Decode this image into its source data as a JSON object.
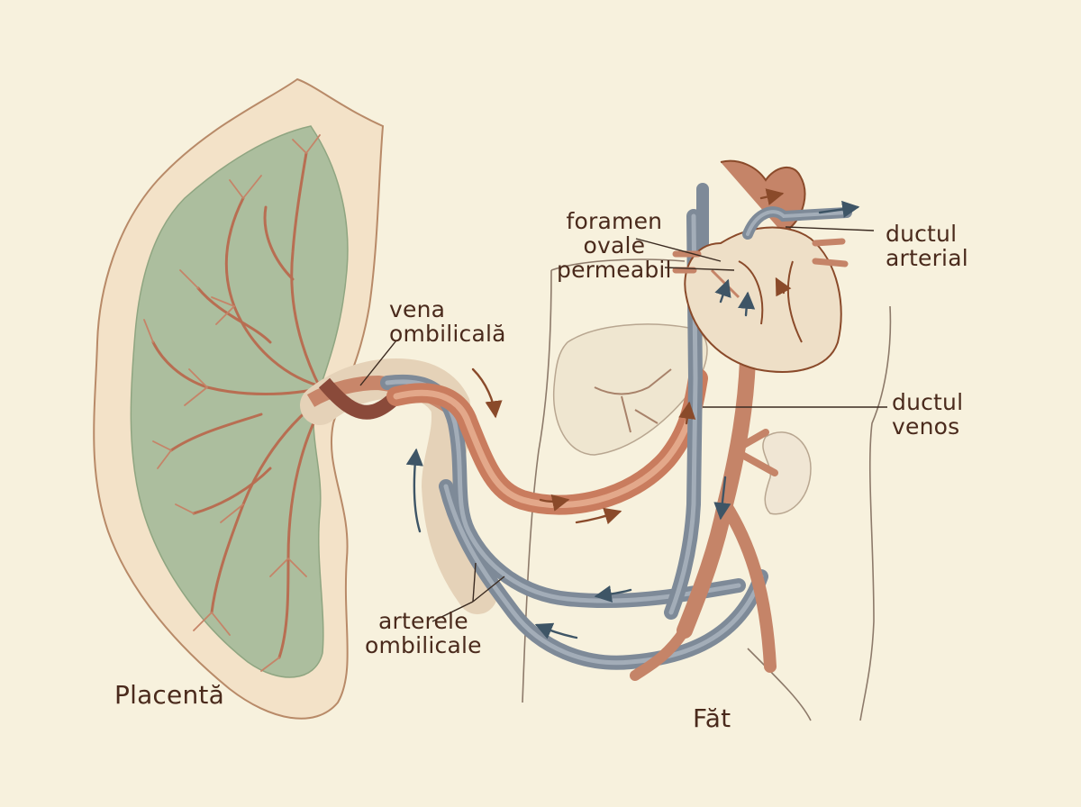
{
  "labels": {
    "placenta": "Placentă",
    "fetus": "Făt",
    "umbilical_vein": "vena\nombilicală",
    "umbilical_arteries": "arterele\nombilicale",
    "foramen_ovale": "foramen\novale\npermeabil",
    "ductus_arteriosus": "ductul\narterial",
    "ductus_venosus": "ductul\nvenos"
  },
  "colors": {
    "background": "#f7f1dd",
    "placenta_tissue": "#a9bd9c",
    "oxygenated_blood": "#c97c5e",
    "deoxygenated_blood": "#7e8a98",
    "arrow": "#8a4a2a",
    "arrow_blue": "#3e5566",
    "ink": "#4a2a1c"
  },
  "icons": [
    "heart-illustration",
    "liver-illustration",
    "kidney-illustration",
    "flow-arrow-icon"
  ]
}
